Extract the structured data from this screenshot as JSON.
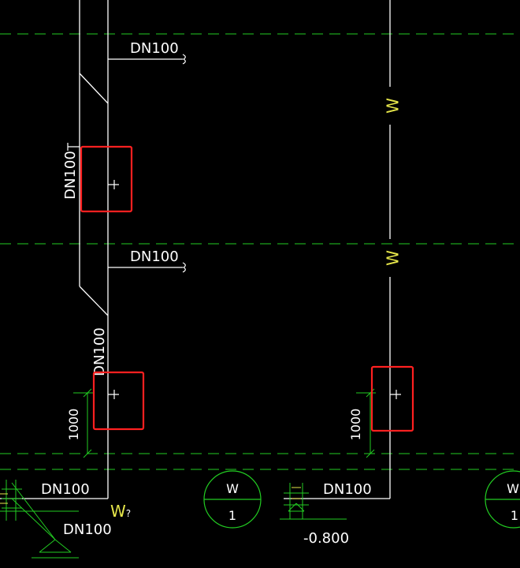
{
  "colors": {
    "background": "#000000",
    "pipe": "#ffffff",
    "axis_line": "#22cc22",
    "marker_green": "#22cc22",
    "dimension": "#22cc22",
    "pipe_label": "#ffffff",
    "w_pipe_label": "#e6e64a",
    "highlight": "#ff2020"
  },
  "labels": {
    "dn100": "DN100",
    "w": "W",
    "w_short": "W",
    "w_suffix": "?",
    "dim_1000": "1000",
    "axis_w": "W",
    "axis_1": "1",
    "elevation": "-0.800"
  }
}
